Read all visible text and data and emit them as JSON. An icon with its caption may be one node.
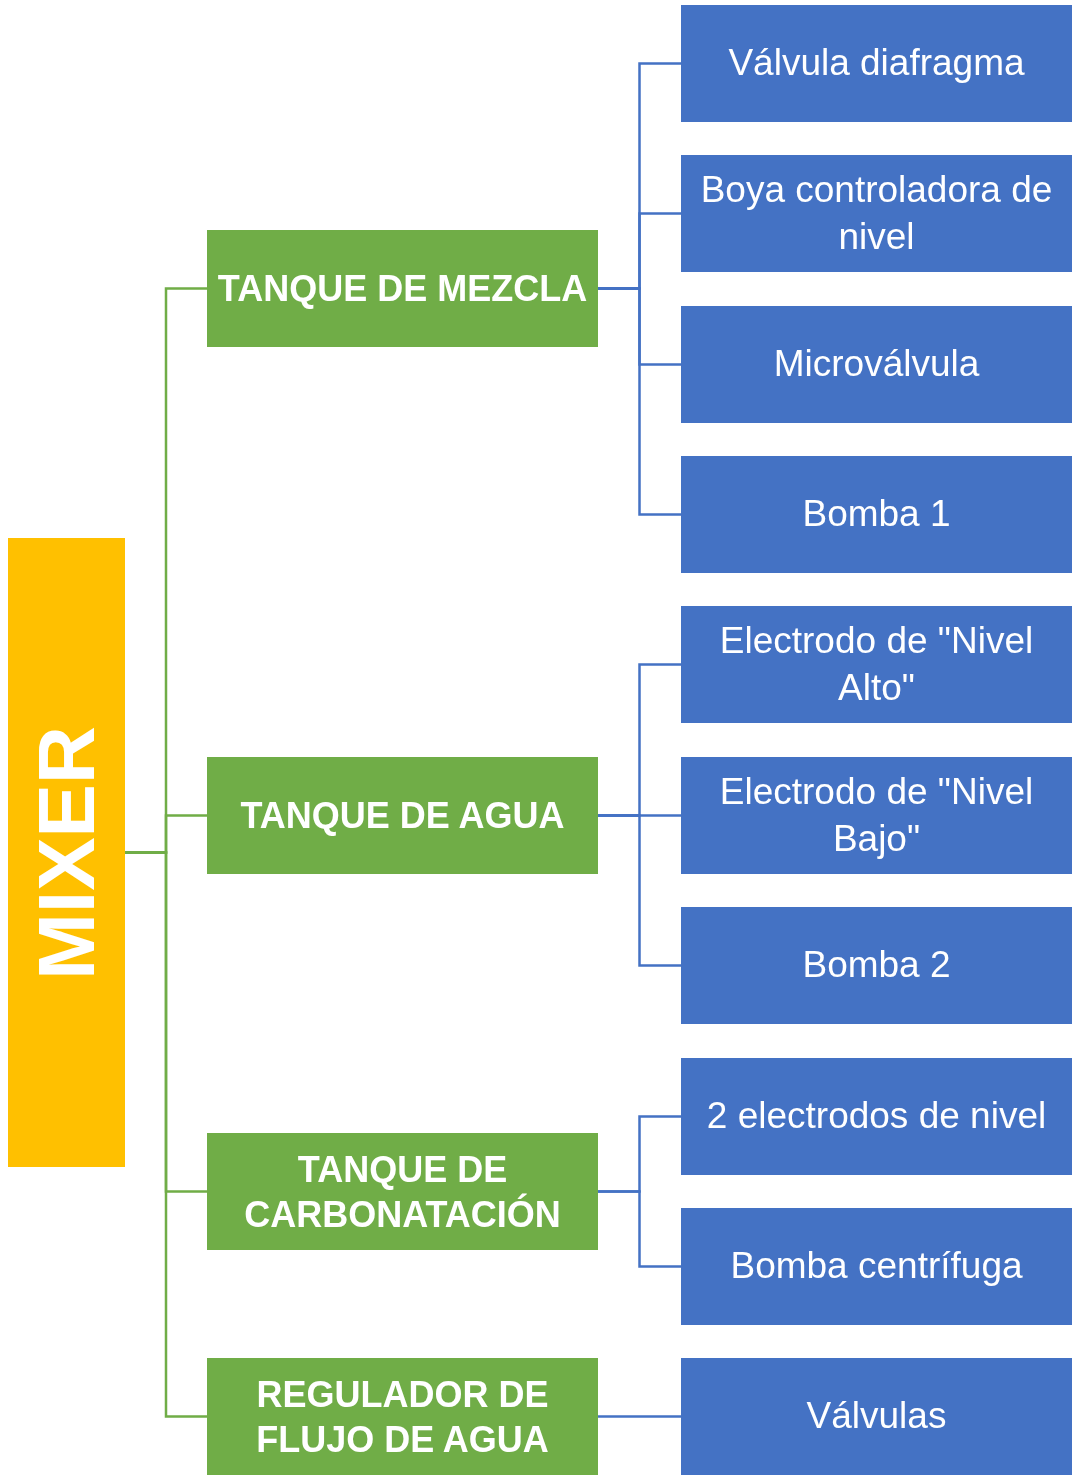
{
  "diagram": {
    "nodes": [
      {
        "text": [
          "MIXER"
        ]
      },
      {
        "text": [
          "TANQUE DE MEZCLA"
        ]
      },
      {
        "text": [
          "Válvula diafragma"
        ]
      },
      {
        "text": [
          "Boya controladora de nivel"
        ]
      },
      {
        "text": [
          "Microválvula"
        ]
      },
      {
        "text": [
          "Bomba 1"
        ]
      },
      {
        "text": [
          "TANQUE DE AGUA"
        ]
      },
      {
        "text": [
          "Electrodo de \"Nivel Alto\""
        ]
      },
      {
        "text": [
          "Electrodo de \"Nivel Bajo\""
        ]
      },
      {
        "text": [
          "Bomba 2"
        ]
      },
      {
        "text": [
          "TANQUE DE CARBONATACIÓN"
        ]
      },
      {
        "text": [
          "2 electrodos de nivel"
        ]
      },
      {
        "text": [
          "Bomba centrífuga"
        ]
      },
      {
        "text": [
          "REGULADOR DE FLUJO DE AGUA"
        ]
      },
      {
        "text": [
          "Válvulas"
        ]
      }
    ],
    "edges": [
      {
        "from": 0,
        "to": 1,
        "arrow": "none",
        "color": "#70ad47"
      },
      {
        "from": 0,
        "to": 6,
        "arrow": "none",
        "color": "#70ad47"
      },
      {
        "from": 0,
        "to": 10,
        "arrow": "none",
        "color": "#70ad47"
      },
      {
        "from": 0,
        "to": 13,
        "arrow": "none",
        "color": "#70ad47"
      },
      {
        "from": 1,
        "to": 2,
        "arrow": "none"
      },
      {
        "from": 1,
        "to": 3,
        "arrow": "none"
      },
      {
        "from": 1,
        "to": 4,
        "arrow": "none"
      },
      {
        "from": 1,
        "to": 5,
        "arrow": "none"
      },
      {
        "from": 6,
        "to": 7,
        "arrow": "none"
      },
      {
        "from": 6,
        "to": 8,
        "arrow": "none"
      },
      {
        "from": 6,
        "to": 9,
        "arrow": "none"
      },
      {
        "from": 10,
        "to": 11,
        "arrow": "none"
      },
      {
        "from": 10,
        "to": 12,
        "arrow": "none"
      },
      {
        "from": 13,
        "to": 14,
        "arrow": "none"
      }
    ]
  }
}
